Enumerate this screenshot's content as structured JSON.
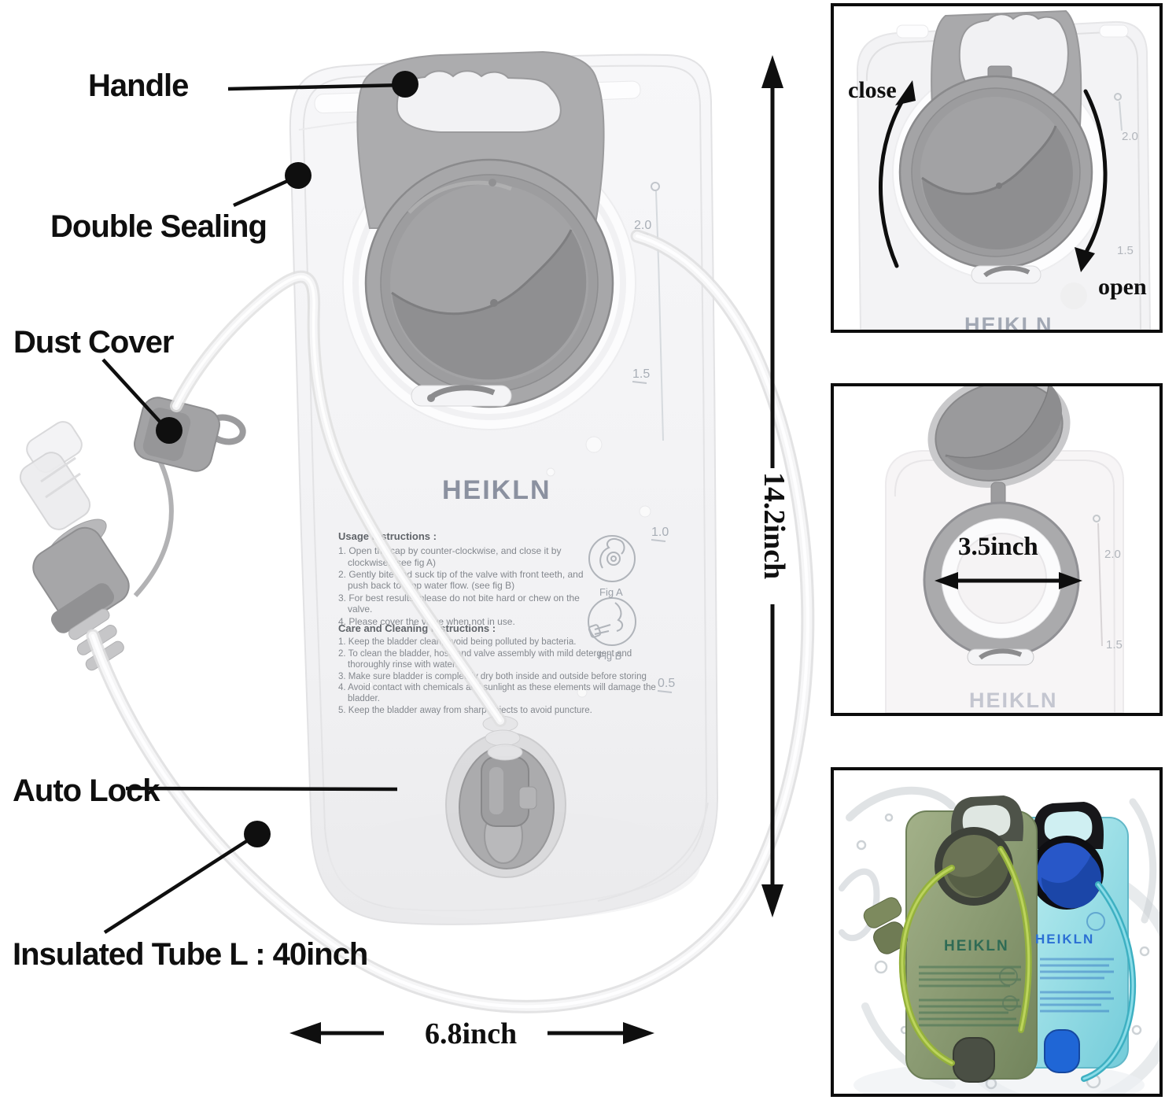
{
  "brand": "HEIKLN",
  "labels": {
    "handle": "Handle",
    "double_sealing": "Double Sealing",
    "dust_cover": "Dust Cover",
    "auto_lock": "Auto Lock",
    "insulated_tube": "Insulated Tube L : 40inch"
  },
  "dimensions": {
    "height": "14.2inch",
    "width": "6.8inch",
    "opening_diameter": "3.5inch"
  },
  "bladder": {
    "brand": "HEIKLN",
    "scale_marks": [
      "2.0",
      "1.5",
      "1.0",
      "0.5"
    ],
    "usage": {
      "title": "Usage Instructions :",
      "items": [
        "1. Open the cap by counter-clockwise, and close it by clockwise. (see fig A)",
        "2. Gently bite and suck tip of the valve with front teeth, and push back to stop water flow. (see fig B)",
        "3. For best results, please do not bite hard or chew on the valve.",
        "4. Please cover the valve when not in use."
      ]
    },
    "care": {
      "title": "Care and Cleaning Instructions :",
      "items": [
        "1. Keep the bladder clean, avoid being polluted by bacteria.",
        "2. To clean the bladder, hose and valve assembly with mild detergent and thoroughly rinse with water.",
        "3. Make sure bladder is completely dry both inside and outside before storing",
        "4. Avoid contact with chemicals and sunlight as these elements will damage the bladder.",
        "5. Keep the bladder away from sharp objects to avoid puncture."
      ]
    },
    "fig_a": "Fig A",
    "fig_b": "Fig B"
  },
  "inset_cap": {
    "close": "close",
    "open": "open",
    "scale_marks": [
      "2.0",
      "1.5"
    ],
    "brand": "HEIKLN"
  },
  "inset_opening": {
    "diameter": "3.5inch",
    "scale_marks": [
      "2.0",
      "1.5"
    ],
    "brand": "HEIKLN"
  },
  "inset_photo": {
    "green_brand": "HEIKLN",
    "blue_brand": "HEIKLN"
  },
  "colors": {
    "cap_gray": "#9d9d9f",
    "handle_gray": "#acacae",
    "callout_black": "#0f0f0f",
    "logo_gray": "#8b91a0",
    "green_bladder": "#8da075",
    "blue_bladder": "#8fd9e2",
    "green_tube": "#95b23c",
    "blue_tube": "#3eb0c2"
  }
}
